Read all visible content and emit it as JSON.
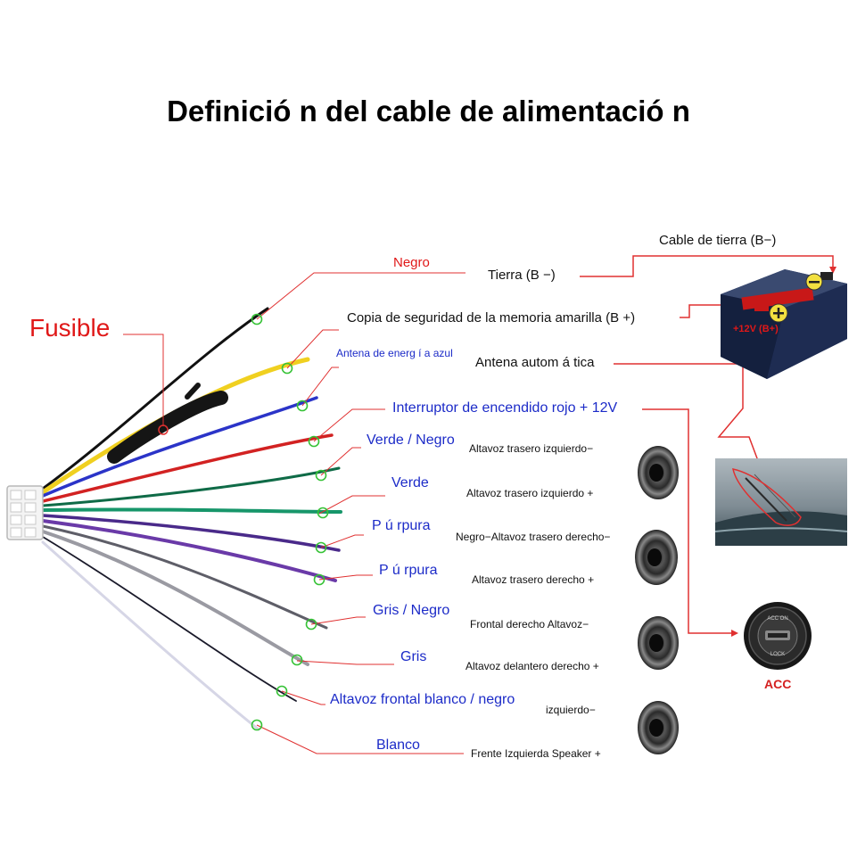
{
  "title": "Definició n del cable de alimentació n",
  "fuse_label": "Fusible",
  "battery": {
    "ground_cable_label": "Cable de tierra (B−)",
    "positive_label": "+12V (B+)"
  },
  "acc_label": "ACC",
  "wires": [
    {
      "id": "negro",
      "color_name": "Negro",
      "function": "Tierra (B −)",
      "hex": "#111111"
    },
    {
      "id": "amarillo",
      "function": "Copia de seguridad de la memoria amarilla (B +)",
      "hex": "#f0d020"
    },
    {
      "id": "azul",
      "color_name": "Antena de energ í a azul",
      "function": "Antena autom á tica",
      "hex": "#2b34c8"
    },
    {
      "id": "rojo",
      "color_name": "Interruptor de encendido rojo + 12V",
      "hex": "#d22222"
    },
    {
      "id": "verde-negro",
      "color_name": "Verde / Negro",
      "function": "Altavoz trasero izquierdo−",
      "hex": "#0f6b47"
    },
    {
      "id": "verde",
      "color_name": "Verde",
      "function": "Altavoz trasero izquierdo +",
      "hex": "#17966a"
    },
    {
      "id": "purpura-negro",
      "color_name": "P ú rpura",
      "function": "Negro−Altavoz trasero derecho−",
      "hex": "#4a2a8a"
    },
    {
      "id": "purpura",
      "color_name": "P ú rpura",
      "function": "Altavoz trasero derecho +",
      "hex": "#6a3aa8"
    },
    {
      "id": "gris-negro",
      "color_name": "Gris / Negro",
      "function": "Frontal derecho Altavoz−",
      "hex": "#5e5e68"
    },
    {
      "id": "gris",
      "color_name": "Gris",
      "function": "Altavoz delantero derecho +",
      "hex": "#9a9aa2"
    },
    {
      "id": "blanco-negro",
      "color_name": "Altavoz frontal blanco / negro",
      "function": "izquierdo−",
      "hex": "#1a1a2a"
    },
    {
      "id": "blanco",
      "color_name": "Blanco",
      "function": "Frente Izquierda Speaker +",
      "hex": "#e4e4f0"
    }
  ],
  "colors": {
    "leader_red": "#e03030",
    "marker_green": "#36c236",
    "label_blue": "#1c2bc8",
    "label_red": "#e01818"
  }
}
